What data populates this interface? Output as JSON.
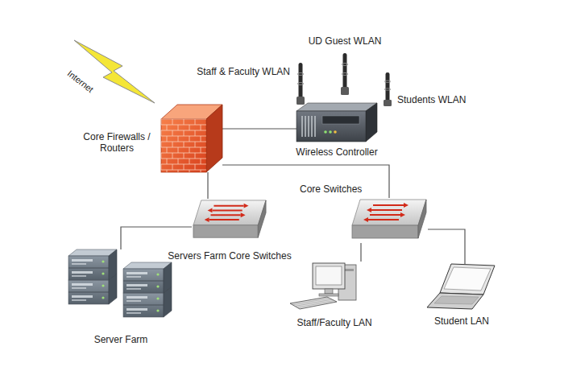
{
  "diagram": {
    "nodes": [
      {
        "text": [
          "Core Firewalls / Routers"
        ]
      },
      {
        "text": [
          "Wireless Controller"
        ]
      },
      {
        "text": [
          "Staff & Faculty WLAN"
        ]
      },
      {
        "text": [
          "UD Guest WLAN"
        ]
      },
      {
        "text": [
          "Students WLAN"
        ]
      },
      {
        "text": [
          "Core Switches"
        ]
      },
      {
        "text": [
          "Servers Farm Core Switches"
        ]
      },
      {
        "text": [
          "Server Farm"
        ]
      },
      {
        "text": [
          "Staff/Faculty LAN"
        ]
      },
      {
        "text": [
          "Student LAN"
        ]
      }
    ],
    "edges": [
      {
        "from": 0,
        "to": 1,
        "arrow": "none"
      },
      {
        "from": 0,
        "to": 6,
        "arrow": "none"
      },
      {
        "from": 0,
        "to": 5,
        "arrow": "none"
      },
      {
        "from": 6,
        "to": 7,
        "arrow": "none"
      },
      {
        "from": 5,
        "to": 8,
        "arrow": "none"
      },
      {
        "from": 5,
        "to": 9,
        "arrow": "none"
      }
    ],
    "labels": [
      "Internet"
    ]
  }
}
